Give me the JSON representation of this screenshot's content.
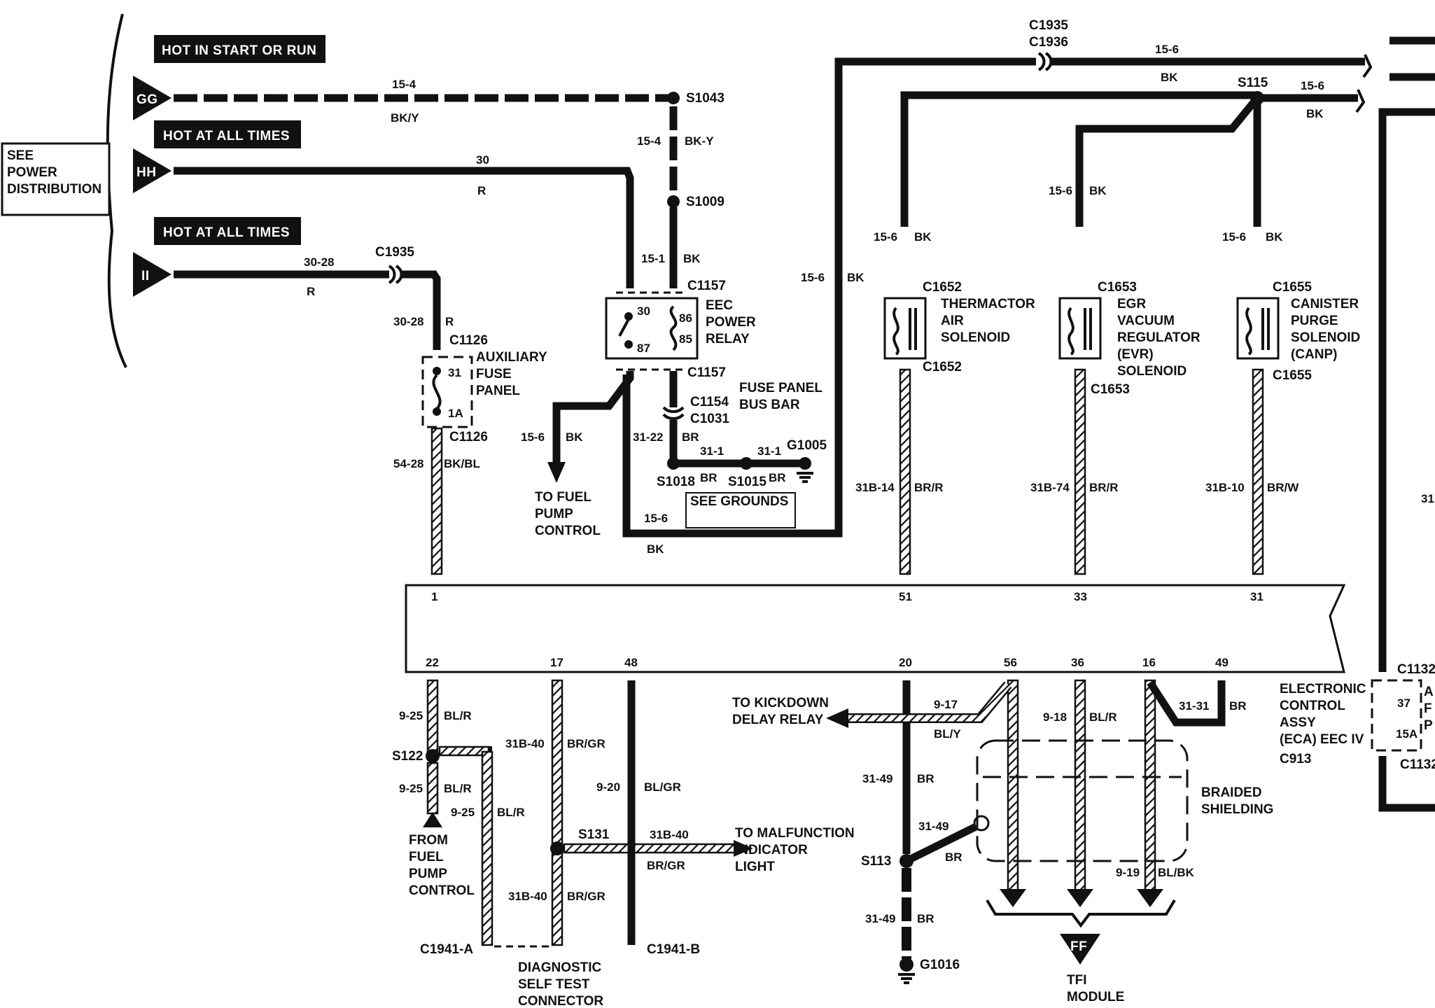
{
  "header": {
    "see_power_line1": "SEE",
    "see_power_line2": "POWER",
    "see_power_line3": "DISTRIBUTION"
  },
  "feeds": [
    {
      "tag": "HOT IN START OR RUN",
      "connector": "GG"
    },
    {
      "tag": "HOT AT ALL TIMES",
      "connector": "HH"
    },
    {
      "tag": "HOT AT ALL TIMES",
      "connector": "II"
    }
  ],
  "splices": {
    "s1043": "S1043",
    "s1009": "S1009",
    "s115": "S115",
    "s1018": "S1018",
    "s1015": "S1015",
    "s122": "S122",
    "s131": "S131",
    "s113": "S113"
  },
  "grounds": {
    "g1005": "G1005",
    "g1016": "G1016",
    "see_grounds": "SEE GROUNDS"
  },
  "connectors": {
    "c1935_top": "C1935",
    "c1936_top": "C1936",
    "c1935_left": "C1935",
    "c1126_top": "C1126",
    "c1126_bot": "C1126",
    "c1157_top": "C1157",
    "c1157_bot": "C1157",
    "c1154": "C1154",
    "c1031": "C1031",
    "c1652_top": "C1652",
    "c1652_bot": "C1652",
    "c1653_top": "C1653",
    "c1653_bot": "C1653",
    "c1655_top": "C1655",
    "c1655_bot": "C1655",
    "c1941a": "C1941-A",
    "c1941b": "C1941-B",
    "c1132_top": "C1132",
    "c1132_bot": "C1132",
    "c913": "C913"
  },
  "wires": {
    "w15_4_a": "15-4",
    "bky_a": "BK/Y",
    "w15_4_b": "15-4",
    "bky_b": "BK-Y",
    "w30": "30",
    "r_a": "R",
    "w30_28_a": "30-28",
    "r_b": "R",
    "w30_28_b": "30-28",
    "r_c": "R",
    "w54_28": "54-28",
    "bkbl": "BK/BL",
    "w15_1": "15-1",
    "bk_15_1": "BK",
    "w15_6_fuel": "15-6",
    "bk_fuel": "BK",
    "w31_22": "31-22",
    "br_31_22": "BR",
    "w31_1_a": "31-1",
    "br_a": "BR",
    "w31_1_b": "31-1",
    "br_b": "BR",
    "w15_6_bot": "15-6",
    "bk_bot": "BK",
    "w15_6_riser": "15-6",
    "bk_riser": "BK",
    "w15_6_top": "15-6",
    "bk_top": "BK",
    "w15_6_right": "15-6",
    "bk_right": "BK",
    "w15_6_therm": "15-6",
    "bk_therm": "BK",
    "w15_6_egr": "15-6",
    "bk_egr": "BK",
    "w15_6_canp": "15-6",
    "bk_canp": "BK",
    "w31b_14": "31B-14",
    "brr_a": "BR/R",
    "w31b_74": "31B-74",
    "brr_b": "BR/R",
    "w31b_10": "31B-10",
    "brw": "BR/W",
    "w9_25_a": "9-25",
    "blr_a": "BL/R",
    "w9_25_b": "9-25",
    "blr_b": "BL/R",
    "w9_25_c": "9-25",
    "blr_c": "BL/R",
    "w31b_40_a": "31B-40",
    "brgr_a": "BR/GR",
    "w31b_40_b": "31B-40",
    "brgr_b": "BR/GR",
    "w31b_40_c": "31B-40",
    "brgr_c": "BR/GR",
    "w9_20": "9-20",
    "blgr": "BL/GR",
    "w31_49_a": "31-49",
    "br_c": "BR",
    "w31_49_b": "31-49",
    "br_d": "BR",
    "w31_49_c": "31-49",
    "br_e": "BR",
    "w9_17": "9-17",
    "bly": "BL/Y",
    "w9_18": "9-18",
    "blr_d": "BL/R",
    "w31_31": "31-31",
    "br_f": "BR",
    "w9_19": "9-19",
    "blbk": "BL/BK",
    "w31_edge": "31"
  },
  "components": {
    "aux_fuse_1": "AUXILIARY",
    "aux_fuse_2": "FUSE",
    "aux_fuse_3": "PANEL",
    "aux_pin_top": "31",
    "aux_pin_bot": "1A",
    "eec_relay_1": "EEC",
    "eec_relay_2": "POWER",
    "eec_relay_3": "RELAY",
    "relay_p30": "30",
    "relay_p87": "87",
    "relay_p86": "86",
    "relay_p85": "85",
    "bus_bar_1": "FUSE PANEL",
    "bus_bar_2": "BUS BAR",
    "therm_1": "THERMACTOR",
    "therm_2": "AIR",
    "therm_3": "SOLENOID",
    "egr_1": "EGR",
    "egr_2": "VACUUM",
    "egr_3": "REGULATOR",
    "egr_4": "(EVR)",
    "egr_5": "SOLENOID",
    "canp_1": "CANISTER",
    "canp_2": "PURGE",
    "canp_3": "SOLENOID",
    "canp_4": "(CANP)",
    "eca_1": "ELECTRONIC",
    "eca_2": "CONTROL",
    "eca_3": "ASSY",
    "eca_4": "(ECA) EEC IV",
    "fuse2_pin_top": "37",
    "fuse2_pin_bot": "15A",
    "fuse2_l1": "A",
    "fuse2_l2": "F",
    "fuse2_l3": "P",
    "braided_1": "BRAIDED",
    "braided_2": "SHIELDING",
    "diag_1": "DIAGNOSTIC",
    "diag_2": "SELF TEST",
    "diag_3": "CONNECTOR",
    "tfi_tag": "FF",
    "tfi_1": "TFI",
    "tfi_2": "MODULE"
  },
  "destinations": {
    "fuel_pump_1": "TO FUEL",
    "fuel_pump_2": "PUMP",
    "fuel_pump_3": "CONTROL",
    "kickdown_1": "TO KICKDOWN",
    "kickdown_2": "DELAY RELAY",
    "mil_1": "TO MALFUNCTION",
    "mil_2": "INDICATOR",
    "mil_3": "LIGHT",
    "from_fuel_1": "FROM",
    "from_fuel_2": "FUEL",
    "from_fuel_3": "PUMP",
    "from_fuel_4": "CONTROL"
  },
  "eca_pins": {
    "p1": "1",
    "p51": "51",
    "p33": "33",
    "p31": "31",
    "p22": "22",
    "p17": "17",
    "p48": "48",
    "p20": "20",
    "p56": "56",
    "p36": "36",
    "p16": "16",
    "p49": "49"
  }
}
